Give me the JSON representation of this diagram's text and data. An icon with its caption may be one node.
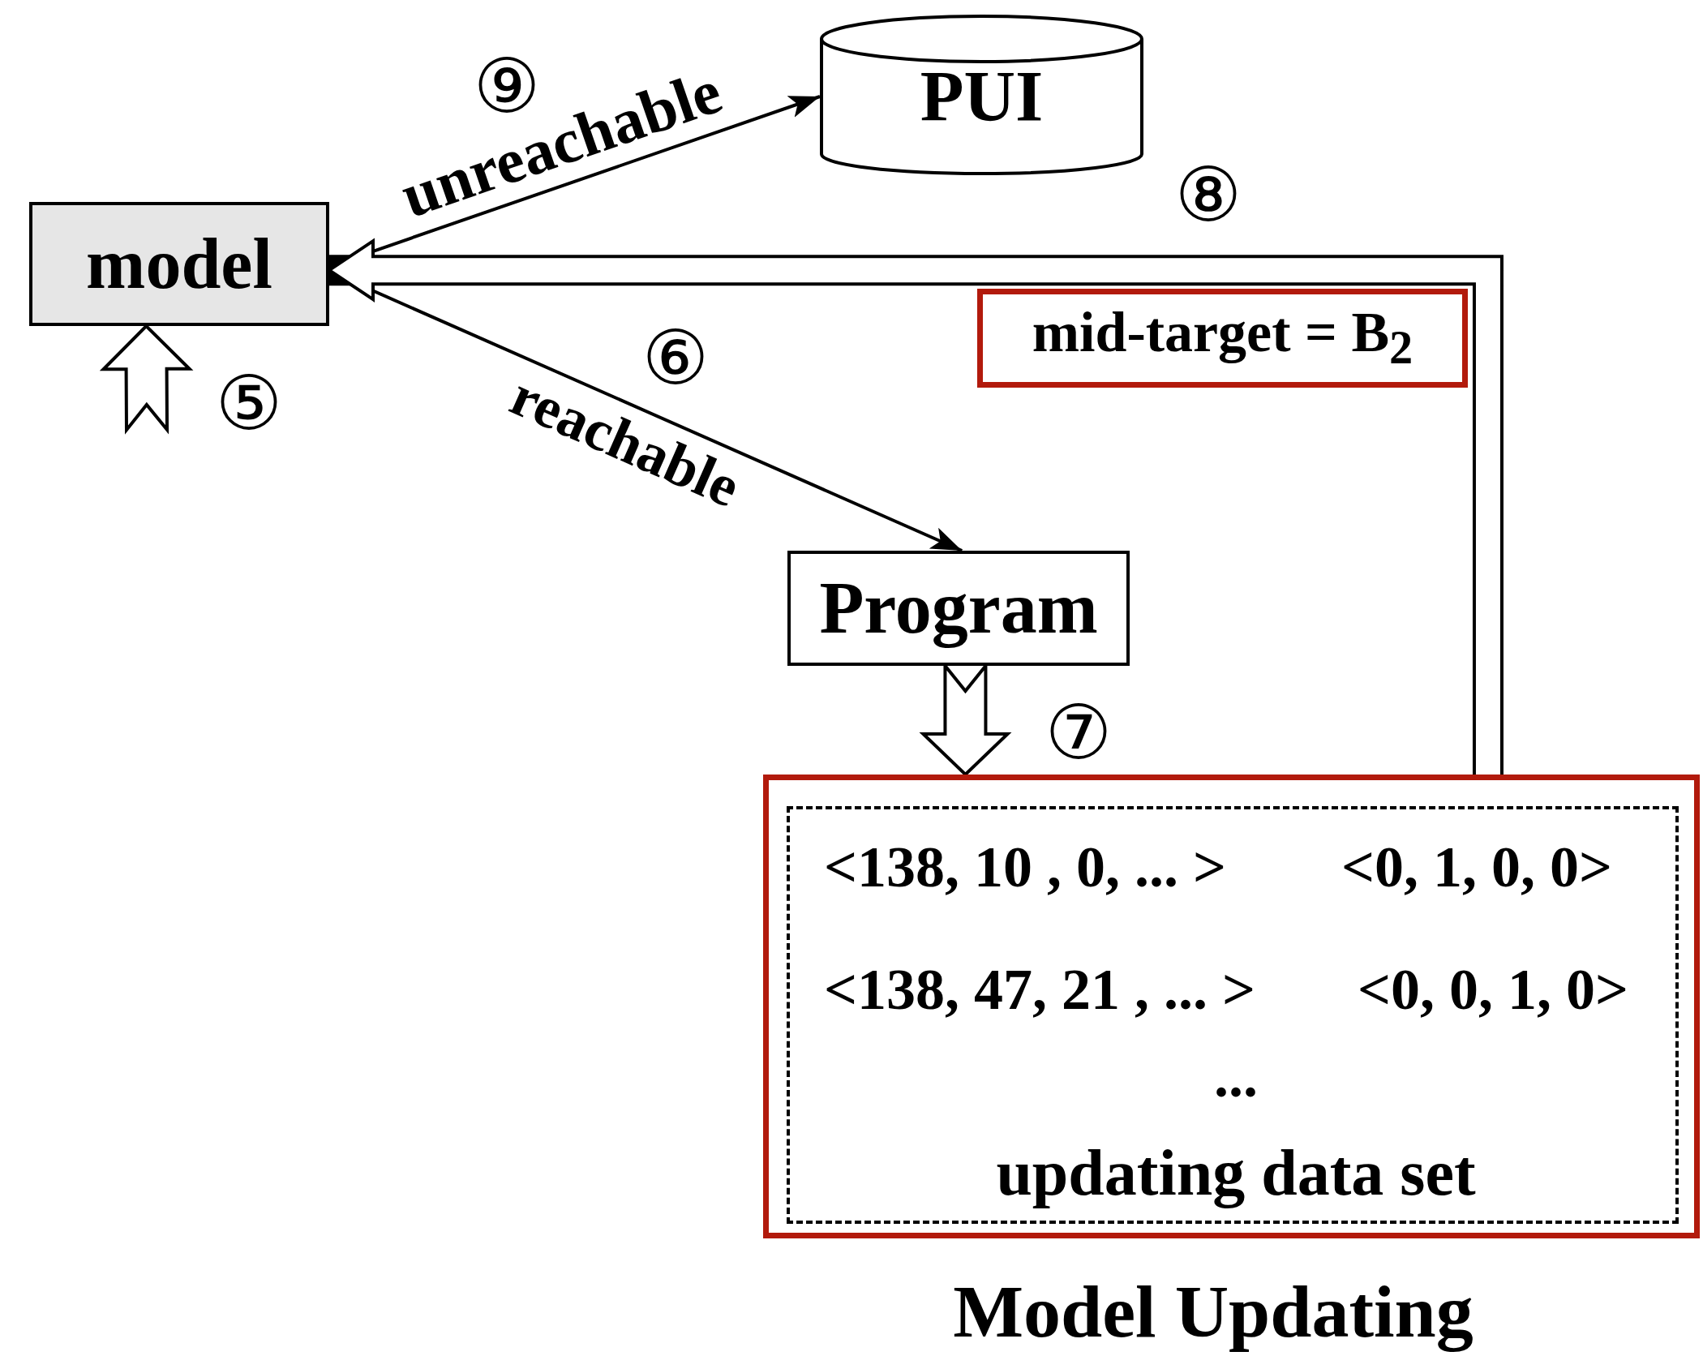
{
  "diagram": {
    "caption": "Model Updating",
    "nodes": [
      {
        "text": [
          "model"
        ]
      },
      {
        "text": [
          "PUI"
        ]
      },
      {
        "text": [
          "mid-target = B$_{2}$"
        ]
      },
      {
        "text": [
          "Program"
        ]
      },
      {
        "text": [],
        "shape": "box"
      },
      {
        "text": [
          "<138, 10 , 0, ... >",
          "<0, 1, 0, 0>",
          "<138, 47, 21 , ... >",
          "<0, 0, 1, 0>",
          "...",
          "updating data set"
        ],
        "in": 4
      }
    ],
    "edges": [
      {
        "from": 0,
        "to": 1,
        "arrow": "to",
        "label": "unreachable"
      },
      {
        "from": 0,
        "to": 3,
        "arrow": "to",
        "label": "reachable"
      },
      {
        "from": null,
        "to": 0,
        "arrow": "to",
        "style": "thick"
      },
      {
        "from": 3,
        "to": 4,
        "arrow": "to",
        "style": "thick"
      },
      {
        "from": 4,
        "to": 0,
        "arrow": "to",
        "style": "thick"
      }
    ],
    "labels": [
      "⑨",
      "⑧",
      "⑥",
      "⑤",
      "⑦"
    ]
  }
}
